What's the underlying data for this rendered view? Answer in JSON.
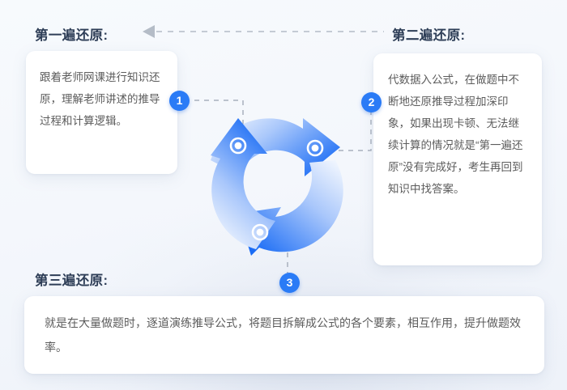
{
  "page": {
    "background_color": "#f5f8fc",
    "accent_color": "#2a7bf6",
    "heading_color": "#2e3e57",
    "body_text_color": "#5c5c5c",
    "card_color": "#ffffff"
  },
  "steps": [
    {
      "number": "1",
      "heading": "第一遍还原:",
      "body": "跟着老师网课进行知识还原，理解老师讲述的推导过程和计算逻辑。"
    },
    {
      "number": "2",
      "heading": "第二遍还原:",
      "body": "代数据入公式，在做题中不断地还原推导过程加深印象，如果出现卡顿、无法继续计算的情况就是“第一遍还原”没有完成好，考生再回到知识中找答案。"
    },
    {
      "number": "3",
      "heading": "第三遍还原:",
      "body": "就是在大量做题时，逐道演练推导公式，将题目拆解成公式的各个要素，相互作用，提升做题效率。"
    }
  ],
  "graphic": {
    "name": "three-arrow-cycle",
    "arrow_count": 3,
    "arrow_color_start": "#1a6cf5",
    "arrow_color_end": "#eef4fe",
    "connector_style": "dashed",
    "connector_color": "#a8b0bd",
    "top_arrow_direction": "left"
  }
}
